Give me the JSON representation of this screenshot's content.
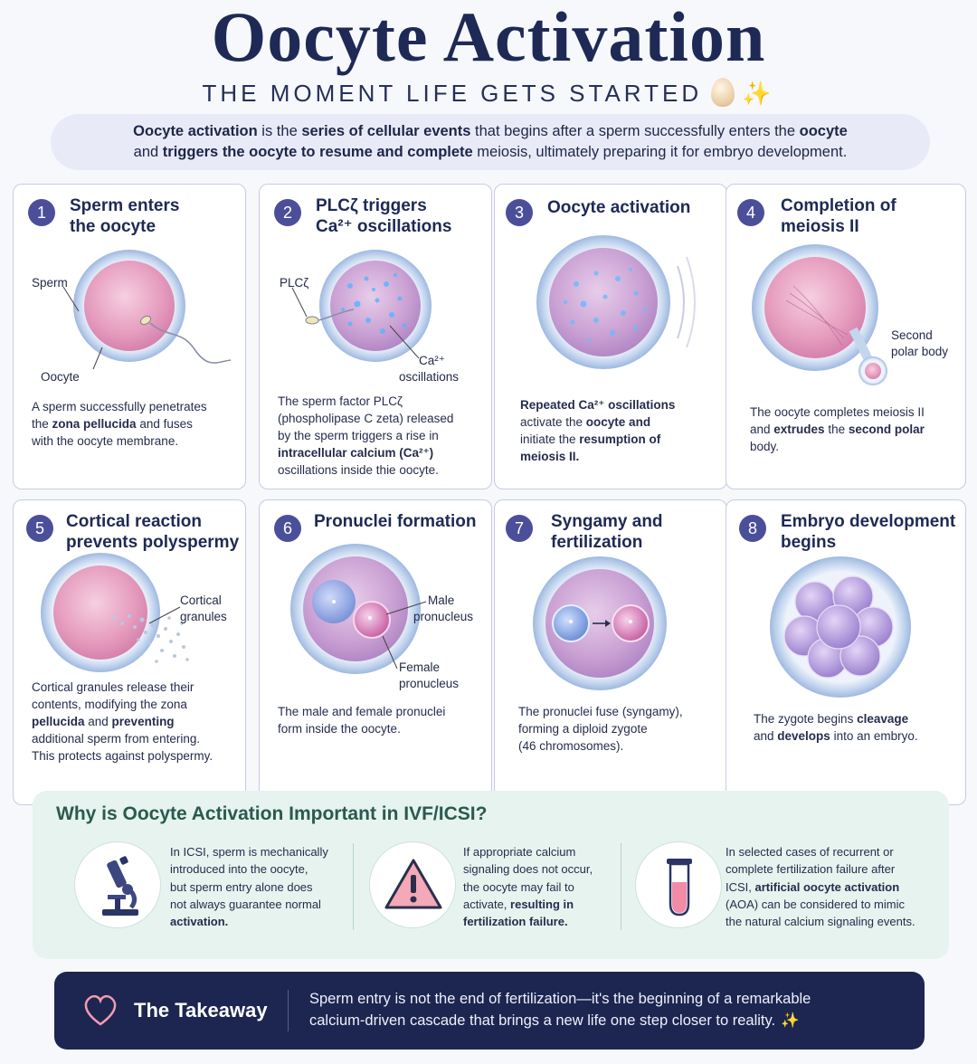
{
  "header": {
    "title": "Oocyte Activation",
    "subtitle": "THE MOMENT LIFE GETS STARTED",
    "sparkle": "✨"
  },
  "intro": {
    "t1": "Oocyte activation",
    "t2": " is the ",
    "t3": "series of cellular events",
    "t4": " that begins after a sperm successfully enters the ",
    "t5": "oocyte",
    "t6": "and ",
    "t7": "triggers the oocyte to resume and complete",
    "t8": " meiosis, ultimately preparing it for embryo development."
  },
  "steps": [
    {
      "number": "1",
      "title_line1": "Sperm enters",
      "title_line2": "the oocyte",
      "labels": [
        "Sperm",
        "Oocyte"
      ],
      "desc": {
        "a": "A sperm successfully penetrates",
        "b": "the ",
        "c": "zona pellucida",
        "d": " and fuses",
        "e": "with the oocyte membrane."
      }
    },
    {
      "number": "2",
      "title_line1": "PLCζ triggers",
      "title_line2": "Ca²⁺ oscillations",
      "labels": [
        "PLCζ",
        "Ca²⁺",
        "oscillations"
      ],
      "desc": {
        "a": "The sperm factor PLCζ",
        "b": "(phospholipase C zeta) released",
        "c": "by the sperm triggers a rise in",
        "d": "intracellular calcium (Ca²⁺)",
        "e": "oscillations inside thie oocyte."
      }
    },
    {
      "number": "3",
      "title_line1": "Oocyte activation",
      "title_line2": "",
      "labels": [],
      "desc": {
        "a": "Repeated Ca²⁺ oscillations",
        "b": "activate the ",
        "c": "oocyte and",
        "d": "initiate the ",
        "e": "resumption of",
        "f": "meiosis II."
      }
    },
    {
      "number": "4",
      "title_line1": "Completion of",
      "title_line2": "meiosis II",
      "labels": [
        "Second",
        "polar body"
      ],
      "desc": {
        "a": "The oocyte completes meiosis II",
        "b": "and ",
        "c": "extrudes",
        "d": " the ",
        "e": "second polar",
        "f": "body."
      }
    },
    {
      "number": "5",
      "title_line1": "Cortical reaction",
      "title_line2": "prevents polyspermy",
      "labels": [
        "Cortical",
        "granules"
      ],
      "desc": {
        "a": "Cortical granules release their",
        "b": "contents, modifying the zona",
        "c": "pellucida",
        "d": " and ",
        "e": "preventing",
        "f": "additional sperm from entering.",
        "g": "This protects against polyspermy."
      }
    },
    {
      "number": "6",
      "title_line1": "Pronuclei formation",
      "title_line2": "",
      "labels": [
        "Male",
        "pronucleus",
        "Female",
        "pronucleus"
      ],
      "desc": {
        "a": "The male and female pronuclei",
        "b": "form inside the oocyte."
      }
    },
    {
      "number": "7",
      "title_line1": "Syngamy and",
      "title_line2": "fertilization",
      "labels": [],
      "desc": {
        "a": "The pronuclei fuse (syngamy),",
        "b": "forming a diploid zygote",
        "c": "(46 chromosomes)."
      }
    },
    {
      "number": "8",
      "title_line1": "Embryo development",
      "title_line2": "begins",
      "labels": [],
      "desc": {
        "a": "The zygote begins ",
        "b": "cleavage",
        "c": "and ",
        "d": "develops",
        "e": " into an embryo."
      }
    }
  ],
  "why": {
    "title": "Why is Oocyte Activation Important in IVF/ICSI?",
    "col1": [
      "In ICSI, sperm is mechanically",
      "introduced into the oocyte,",
      "but sperm entry alone does",
      "not always guarantee normal",
      "activation."
    ],
    "col2": [
      "If appropriate calcium",
      "signaling does not occur,",
      "the oocyte may fail to",
      "activate, ",
      "resulting in",
      "fertilization failure."
    ],
    "col3": [
      "In selected cases of recurrent or",
      "complete fertilization failure after",
      "ICSI, ",
      "artificial oocyte activation",
      "(AOA) can be considered to mimic",
      "the natural calcium signaling events."
    ],
    "icons": [
      "microscope-icon",
      "warning-icon",
      "test-tube-icon"
    ]
  },
  "takeaway": {
    "title": "The Takeaway",
    "line1": "Sperm entry is not the end of fertilization—it's the beginning of a remarkable",
    "line2": "calcium-driven cascade that brings a new life one step closer to reality.",
    "sparkle": "✨"
  },
  "colors": {
    "navy": "#1e2a55",
    "badge": "#4b4f9a",
    "cell_pink": "#e7a3c0",
    "zona_blue": "#c3d6ee",
    "why_bg": "#e6f3ef",
    "takeaway_bg": "#1c2650"
  }
}
